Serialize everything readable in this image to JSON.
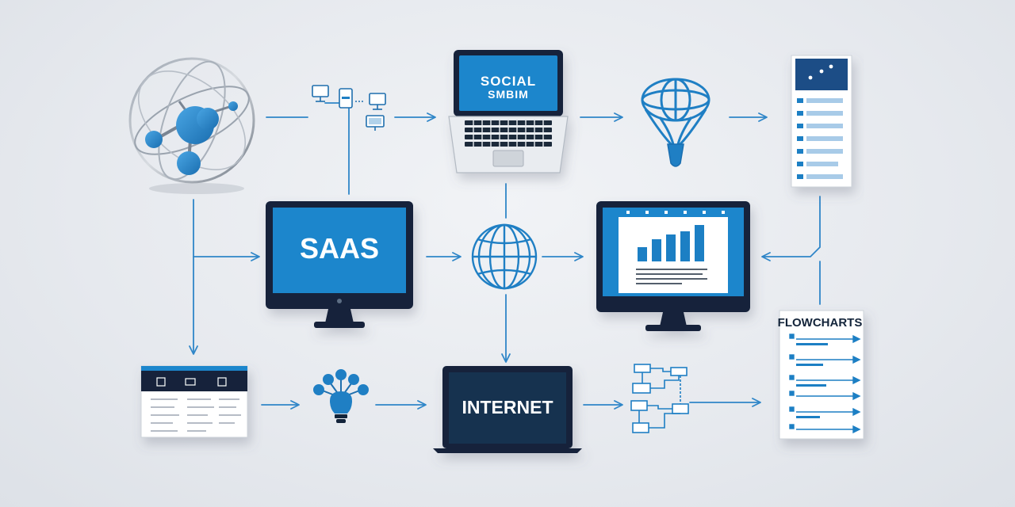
{
  "labels": {
    "social_line1": "SOCIAL",
    "social_line2": "SMBIM",
    "saas": "SAAS",
    "internet": "INTERNET",
    "flowcharts": "FLOWCHARTS"
  },
  "colors": {
    "accent": "#1f7fc4",
    "accent_light": "#3d9ad8",
    "dark_bezel": "#13243a",
    "arrow": "#2f86c8",
    "screen_blue": "#1d86cc"
  },
  "icons": {
    "globe_network": "globe-network-icon",
    "small_devices": "small-devices-icon",
    "laptop_social": "laptop-icon",
    "balloon_globe": "balloon-globe-icon",
    "checklist": "checklist-document-icon",
    "monitor_saas": "monitor-icon",
    "wire_globe": "wire-globe-icon",
    "monitor_chart": "bar-chart-monitor-icon",
    "spreadsheet": "spreadsheet-window-icon",
    "lightbulb": "lightbulb-network-icon",
    "laptop_internet": "laptop-icon",
    "mini_flowchart": "mini-flowchart-icon",
    "flowchart_doc": "flowchart-document-icon"
  }
}
